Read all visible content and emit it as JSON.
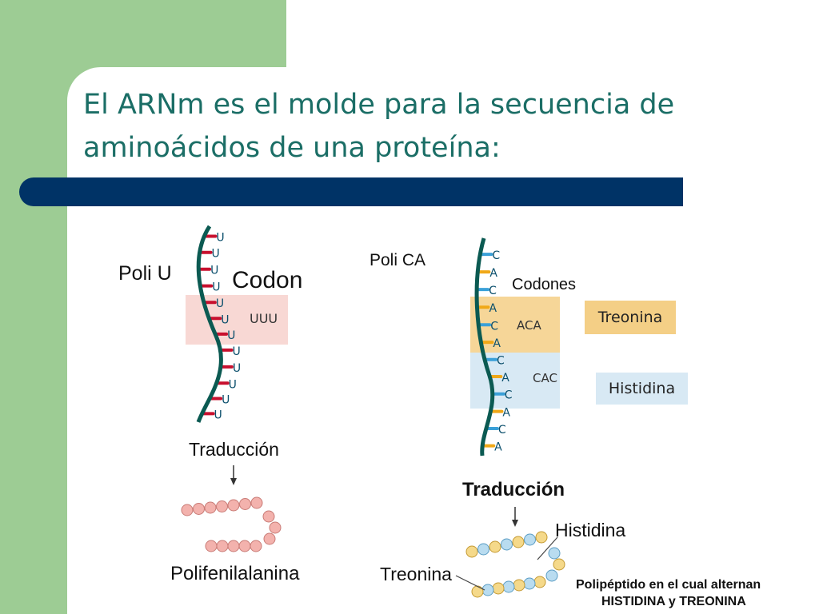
{
  "slide": {
    "title_line1": "El ARNm es el molde para la secuencia de",
    "title_line2": "aminoácidos de una proteína:",
    "colors": {
      "green_panel": "#9dcc94",
      "title": "#1b6e66",
      "bar": "#003366"
    }
  },
  "left_panel": {
    "heading": "Poli U",
    "codon_label": "Codon",
    "codon_value": "UUU",
    "bases": [
      "U",
      "U",
      "U",
      "U",
      "U",
      "U",
      "U",
      "U",
      "U",
      "U",
      "U",
      "U"
    ],
    "translation_label": "Traducción",
    "product_label": "Polifenilalanina"
  },
  "right_panel": {
    "heading": "Poli CA",
    "codon_label": "Codones",
    "codon_1": "ACA",
    "codon_2": "CAC",
    "bases": [
      "C",
      "A",
      "C",
      "A",
      "C",
      "A",
      "C",
      "A",
      "C",
      "A",
      "C",
      "A"
    ],
    "amino_acid_1": "Treonina",
    "amino_acid_2": "Histidina",
    "translation_label": "Traducción",
    "chain_label_histidina": "Histidina",
    "chain_label_treonina": "Treonina",
    "caption_line1": "Polipéptido en el cual alternan",
    "caption_line2": "HISTIDINA y TREONINA"
  }
}
